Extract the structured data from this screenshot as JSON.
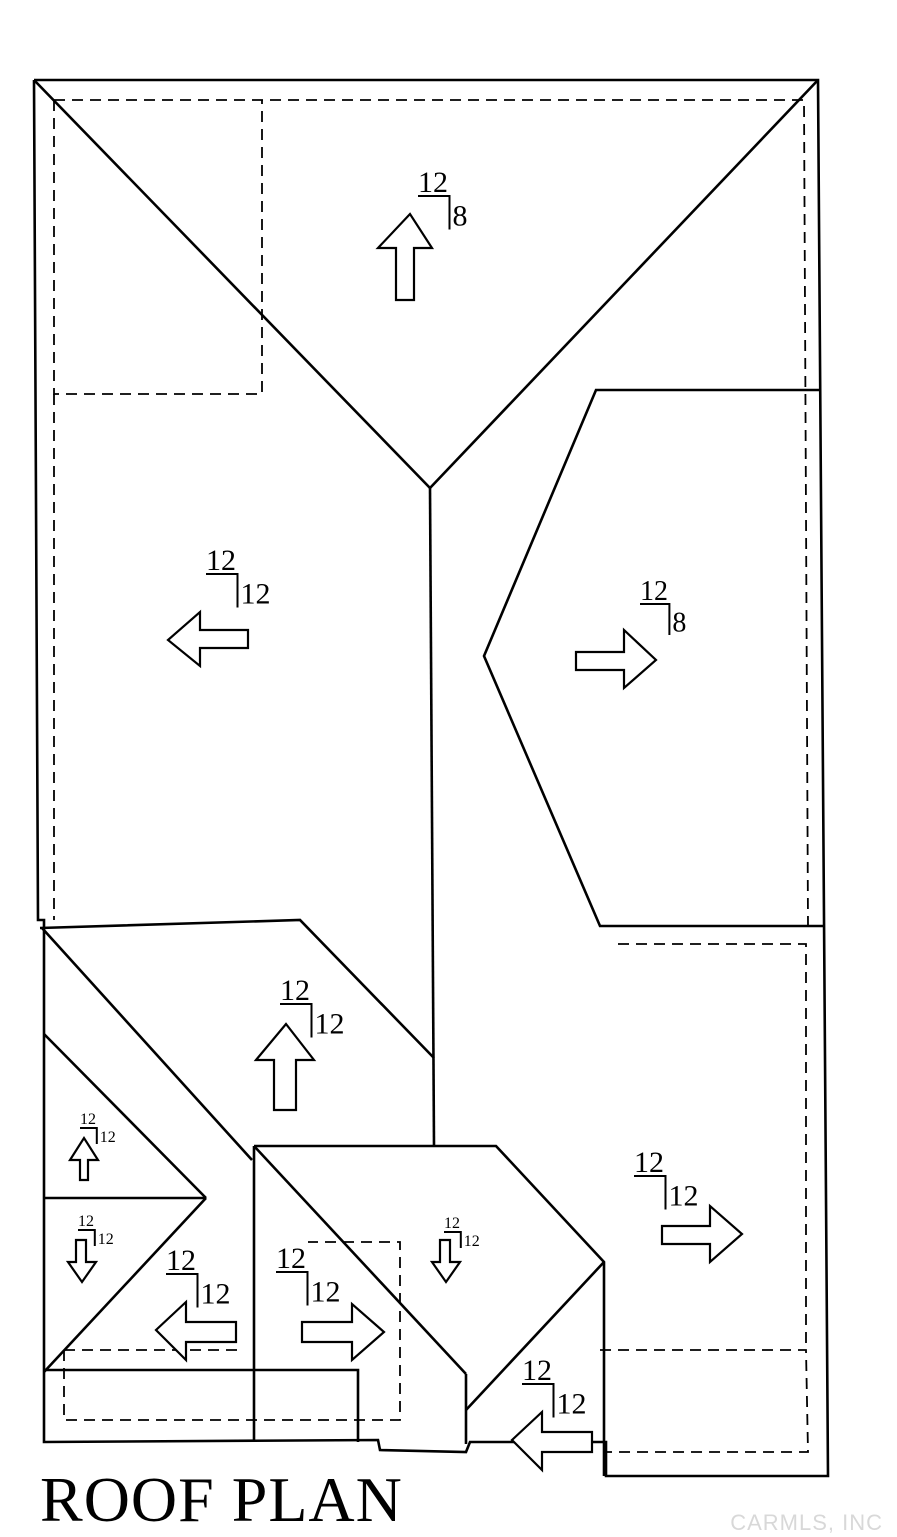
{
  "title": "ROOF PLAN",
  "watermark": "CARMLS, INC",
  "pitch_markers": [
    {
      "id": "top-main",
      "run": "12",
      "rise": "8",
      "direction": "up"
    },
    {
      "id": "left-main",
      "run": "12",
      "rise": "12",
      "direction": "left"
    },
    {
      "id": "right-front-gable",
      "run": "12",
      "rise": "8",
      "direction": "right"
    },
    {
      "id": "center-lower",
      "run": "12",
      "rise": "12",
      "direction": "up"
    },
    {
      "id": "small-left-upper",
      "run": "12",
      "rise": "12",
      "direction": "up"
    },
    {
      "id": "small-left-lower",
      "run": "12",
      "rise": "12",
      "direction": "down"
    },
    {
      "id": "porch-left",
      "run": "12",
      "rise": "12",
      "direction": "left"
    },
    {
      "id": "porch-right",
      "run": "12",
      "rise": "12",
      "direction": "right"
    },
    {
      "id": "porch-center",
      "run": "12",
      "rise": "12",
      "direction": "down"
    },
    {
      "id": "right-lower",
      "run": "12",
      "rise": "12",
      "direction": "right"
    },
    {
      "id": "bottom-right",
      "run": "12",
      "rise": "12",
      "direction": "left"
    }
  ]
}
